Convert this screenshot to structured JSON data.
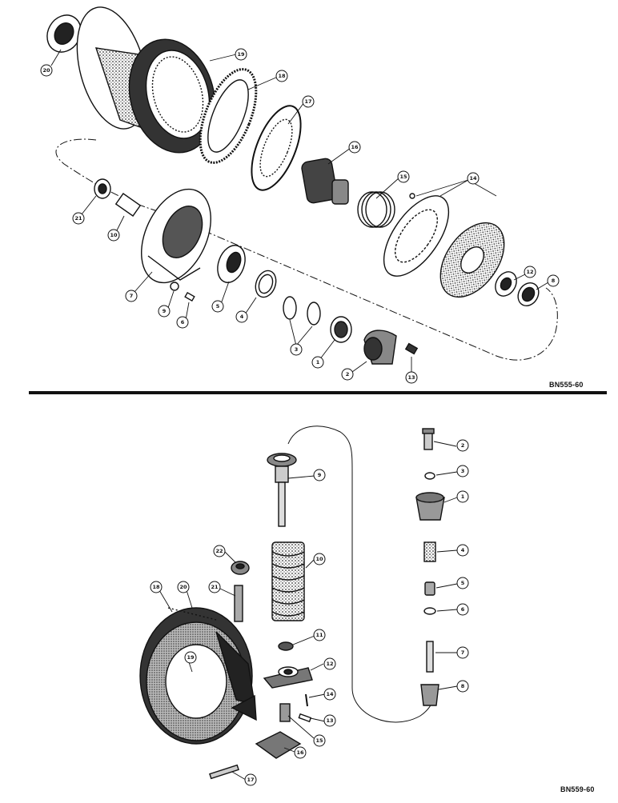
{
  "figures": [
    {
      "code": "BN555-60",
      "callouts": [
        "20",
        "19",
        "18",
        "17",
        "16",
        "15",
        "14",
        "21",
        "10",
        "7",
        "9",
        "6",
        "5",
        "4",
        "3",
        "1",
        "2",
        "13",
        "12",
        "8"
      ]
    },
    {
      "code": "BN559-60",
      "callouts": [
        "9",
        "2",
        "3",
        "1",
        "4",
        "5",
        "6",
        "7",
        "8",
        "22",
        "10",
        "21",
        "18",
        "20",
        "19",
        "11",
        "12",
        "14",
        "13",
        "15",
        "16",
        "17"
      ]
    }
  ],
  "colors": {
    "ink": "#111111",
    "paper": "#ffffff",
    "shade": "#555555"
  }
}
